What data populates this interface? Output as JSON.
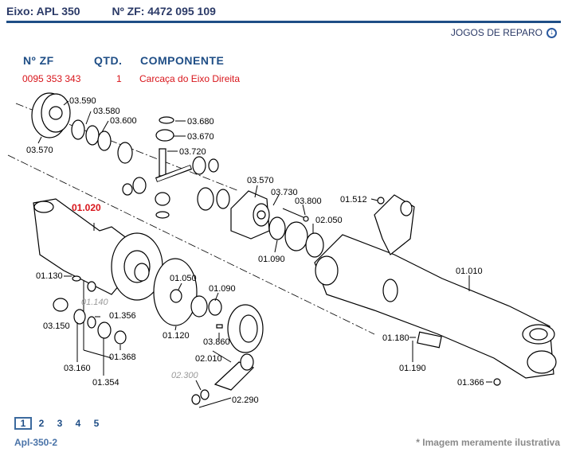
{
  "header": {
    "axle_label": "Eixo: APL 350",
    "zf_number_label": "Nº ZF: 4472 095 109"
  },
  "repair_kits": {
    "label": "JOGOS DE REPARO",
    "icon": "download-circle-icon"
  },
  "parts_table": {
    "columns": [
      "Nº ZF",
      "QTD.",
      "COMPONENTE"
    ],
    "rows": [
      {
        "zf_number": "0095 353 343",
        "qty": "1",
        "component": "Carcaça do Eixo Direita"
      }
    ]
  },
  "diagram": {
    "highlighted_callout": "01.020",
    "callouts": [
      "03.590",
      "03.580",
      "03.600",
      "03.570",
      "03.680",
      "03.670",
      "03.720",
      "03.570",
      "03.730",
      "03.800",
      "01.512",
      "02.050",
      "01.090",
      "01.020",
      "01.130",
      "01.140",
      "01.050",
      "01.090",
      "01.010",
      "03.150",
      "01.356",
      "01.120",
      "03.860",
      "01.180",
      "01.190",
      "03.160",
      "01.368",
      "02.010",
      "01.354",
      "02.300",
      "02.290",
      "01.366"
    ]
  },
  "pagination": {
    "pages": [
      "1",
      "2",
      "3",
      "4",
      "5"
    ],
    "current": "1"
  },
  "figure_code": "Apl-350-2",
  "footnote": "* Imagem meramente ilustrativa",
  "colors": {
    "header_text": "#2b3a67",
    "rule": "#1f4e86",
    "table_header": "#1f4e86",
    "row_text": "#d8151b",
    "highlight": "#d8151b",
    "footnote": "#8a8a8a"
  }
}
